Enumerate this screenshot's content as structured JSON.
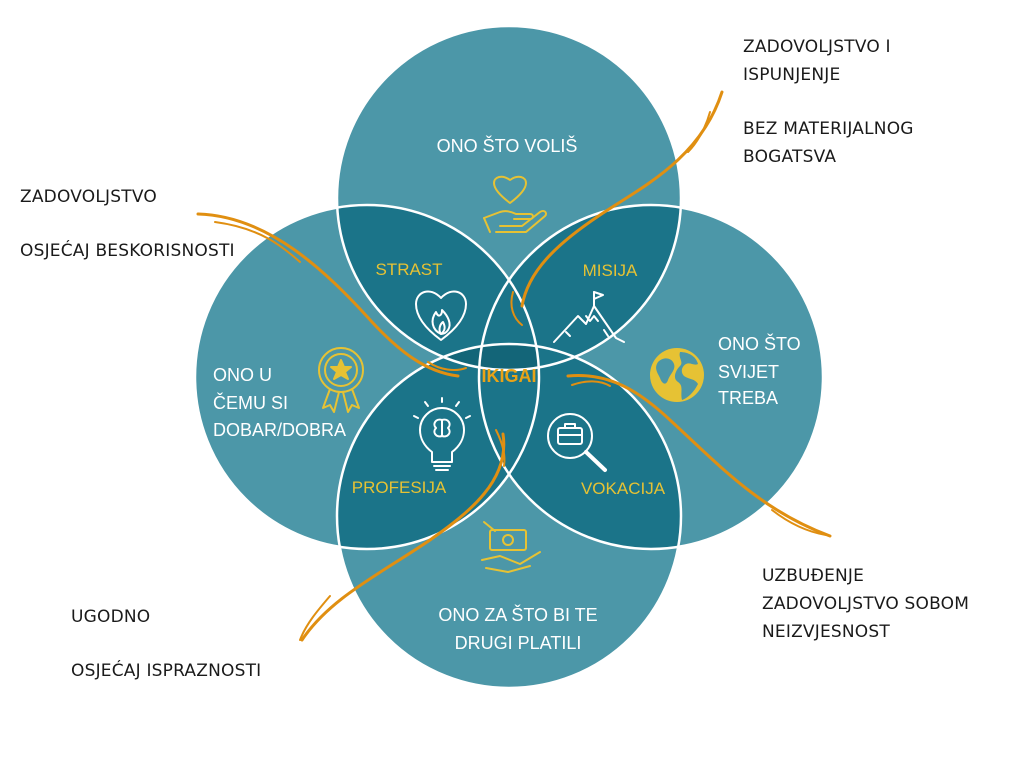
{
  "colors": {
    "circle_fill": "#4c97a8",
    "overlap_fill": "#1b7489",
    "outline": "#ffffff",
    "accent": "#e8a317",
    "curve": "#e08f11",
    "white_text": "#ffffff",
    "gold_text": "#e6c234"
  },
  "circles": {
    "top": [
      "ONO ŠTO VOLIŠ"
    ],
    "left": [
      "ONO U",
      "ČEMU SI",
      "DOBAR/DOBRA"
    ],
    "right": [
      "ONO ŠTO",
      "SVIJET",
      "TREBA"
    ],
    "bottom": [
      "ONO ZA ŠTO BI TE",
      "DRUGI PLATILI"
    ]
  },
  "overlaps": {
    "passion": "STRAST",
    "mission": "MISIJA",
    "profession": "PROFESIJA",
    "vocation": "VOKACIJA",
    "center": "IKIGAI"
  },
  "icons": {
    "love": "heart-in-hand-icon",
    "good_at": "award-badge-icon",
    "world": "globe-icon",
    "paid": "money-in-hand-icon",
    "passion": "heart-flame-icon",
    "mission": "mountain-flag-icon",
    "profession": "brain-lightbulb-icon",
    "vocation": "briefcase-search-icon"
  },
  "notes": {
    "top_left": [
      "ZADOVOLJSTVO",
      "OSJEĆAJ BESKORISNOSTI"
    ],
    "top_right": [
      "ZADOVOLJSTVO I",
      "ISPUNJENJE",
      "BEZ MATERIJALNOG",
      "BOGATSVA"
    ],
    "bottom_left": [
      "UGODNO",
      "OSJEĆAJ ISPRAZNOSTI"
    ],
    "bottom_right": [
      "UZBUĐENJE",
      "ZADOVOLJSTVO SOBOM",
      "NEIZVJESNOST"
    ]
  }
}
